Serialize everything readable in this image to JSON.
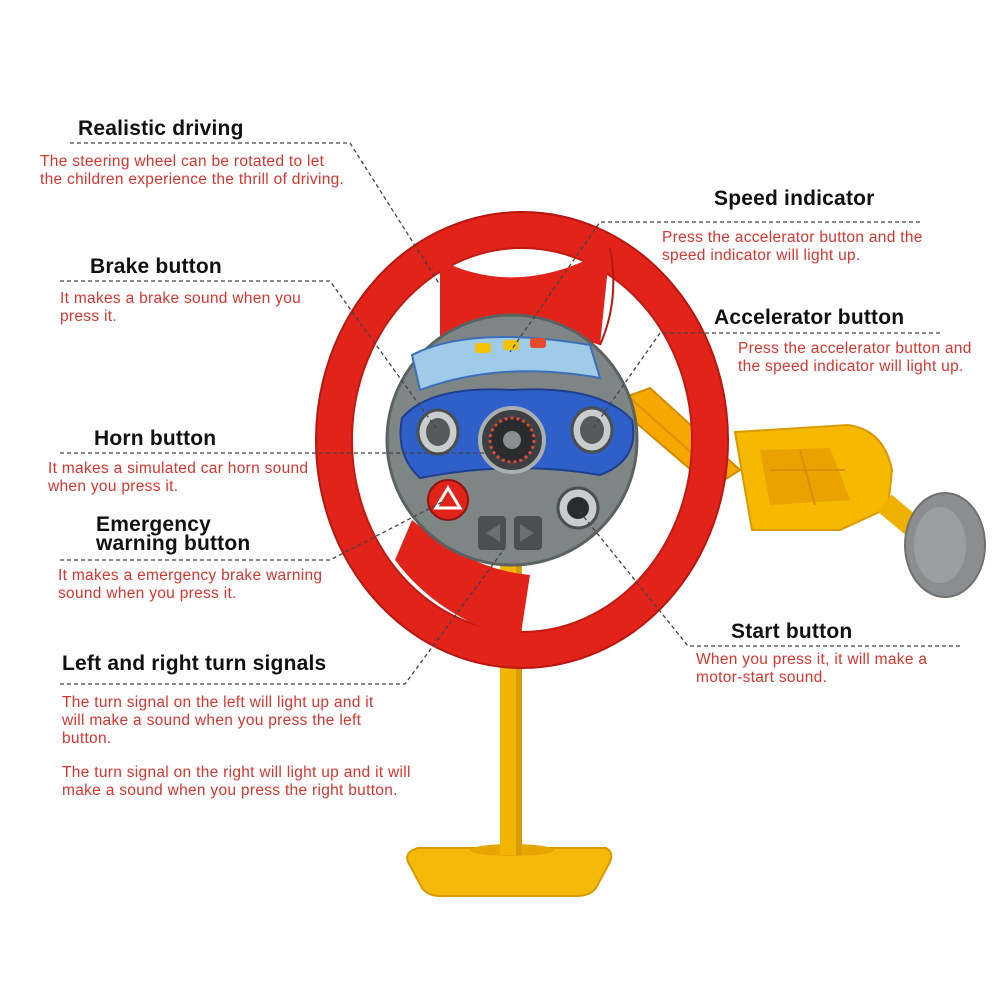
{
  "colors": {
    "wheel_red": "#e2231a",
    "stand_yellow": "#f5b90a",
    "hub_gray": "#7e8685",
    "panel_blue": "#2f5fc9",
    "suction_gray": "#8a8e90",
    "title_text": "#111111",
    "desc_text": "#d8352e"
  },
  "callouts": {
    "realistic": {
      "title": "Realistic driving",
      "desc": "The steering wheel can be rotated to let the children experience the thrill of driving."
    },
    "speed": {
      "title": "Speed indicator",
      "desc": "Press the accelerator button and the speed indicator will light up."
    },
    "brake": {
      "title": "Brake button",
      "desc": "It makes a brake sound when you press it."
    },
    "accelerator": {
      "title": "Accelerator button",
      "desc": "Press the accelerator button and the speed indicator will light up."
    },
    "horn": {
      "title": "Horn button",
      "desc": "It makes a simulated car horn sound when you press it."
    },
    "emergency": {
      "title_line1": "Emergency",
      "title_line2": "warning button",
      "desc": "It makes a emergency brake warning sound when you press it."
    },
    "start": {
      "title": "Start button",
      "desc": "When you press it, it will make a motor-start sound."
    },
    "turn": {
      "title": "Left and right turn signals",
      "desc_left": "The turn signal on the left will light up and it will make a sound when you press the left button.",
      "desc_right": "The turn signal on the right will light up and it will make a sound when you press the right button."
    }
  },
  "icons": {
    "hazard": "hazard-triangle-icon",
    "turn_left": "turn-left-arrow-icon",
    "turn_right": "turn-right-arrow-icon"
  }
}
